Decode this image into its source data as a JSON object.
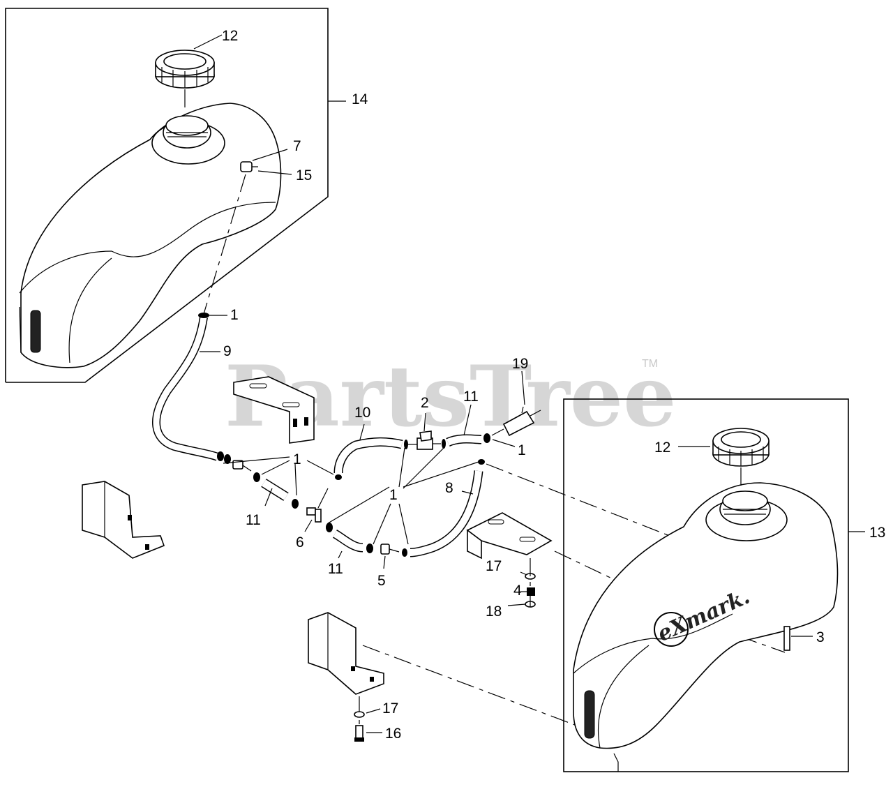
{
  "watermark": {
    "text": "PartsTree",
    "trademark": "TM"
  },
  "logo": {
    "text": "eXmark."
  },
  "callouts": {
    "c12a": "12",
    "c14": "14",
    "c7": "7",
    "c15": "15",
    "c1a": "1",
    "c9": "9",
    "c19": "19",
    "c2": "2",
    "c11a": "11",
    "c10": "10",
    "c1b": "1",
    "c1c": "1",
    "c12b": "12",
    "c8": "8",
    "c1d": "1",
    "c11b": "11",
    "c6": "6",
    "c11c": "11",
    "c5": "5",
    "c13": "13",
    "c17a": "17",
    "c4": "4",
    "c18": "18",
    "c3": "3",
    "c17b": "17",
    "c16": "16"
  }
}
